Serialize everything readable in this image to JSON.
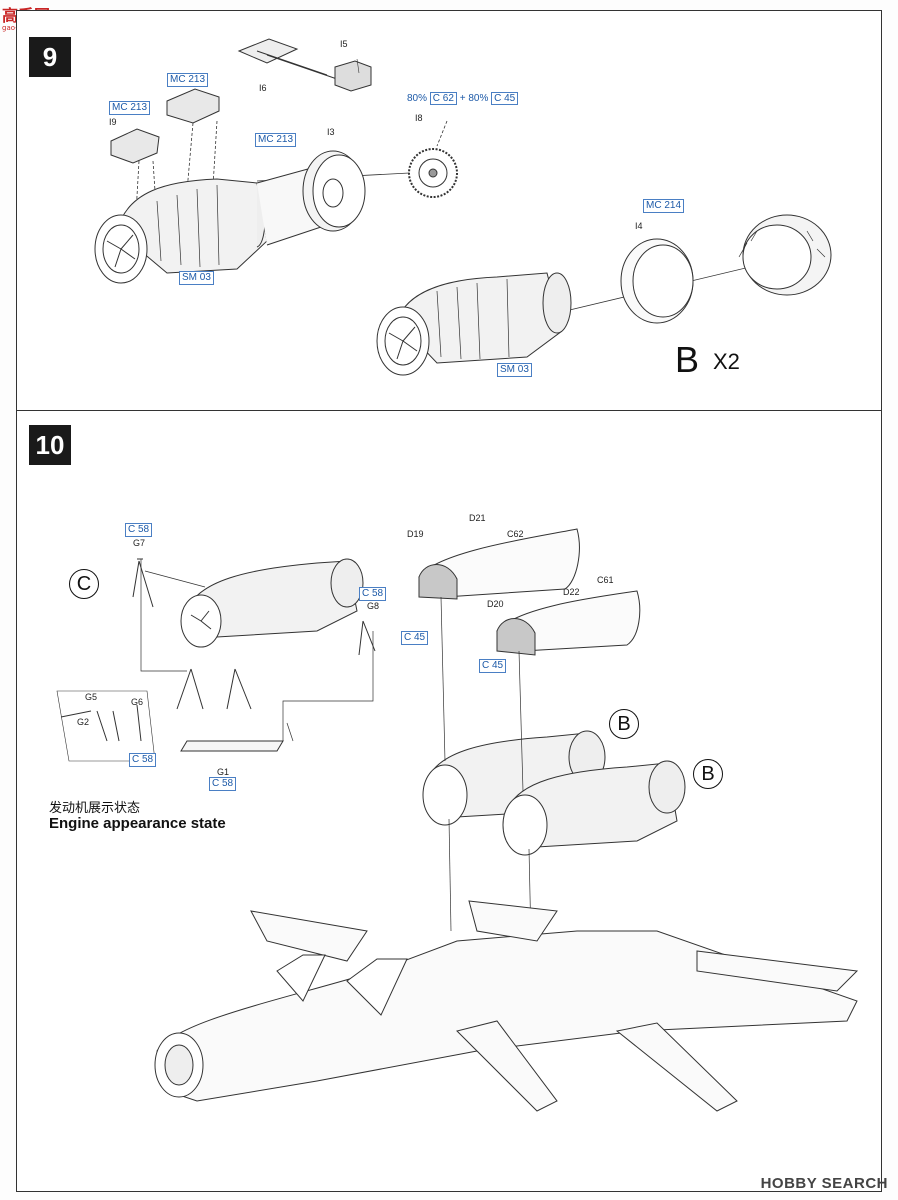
{
  "watermark_top": {
    "title": "高手网",
    "subtitle": "gao-shou.com"
  },
  "watermark_bottom": "HOBBY SEARCH",
  "step9": {
    "number": "9",
    "part_labels": {
      "i5": "I5",
      "i6": "I6",
      "i9": "I9",
      "i3": "I3",
      "i8": "I8",
      "i4": "I4"
    },
    "tags": {
      "mc213_a": "MC 213",
      "mc213_b": "MC 213",
      "mc213_c": "MC 213",
      "sm03_a": "SM 03",
      "sm03_b": "SM 03",
      "mc214": "MC 214"
    },
    "paint_mix": {
      "pct1": "80%",
      "c62": "C 62",
      "plus": "+",
      "pct2": "80%",
      "c45": "C 45"
    },
    "subassembly": "B",
    "multiplier": "X2"
  },
  "step10": {
    "number": "10",
    "stand_callout": "C",
    "part_labels": {
      "g7": "G7",
      "g8": "G8",
      "g5": "G5",
      "g6": "G6",
      "g2": "G2",
      "g1": "G1",
      "d19": "D19",
      "d21": "D21",
      "c62": "C62",
      "d20": "D20",
      "d22": "D22",
      "c61": "C61"
    },
    "tags": {
      "c58_a": "C 58",
      "c58_b": "C 58",
      "c58_c": "C 58",
      "c58_d": "C 58",
      "c45_a": "C 45",
      "c45_b": "C 45"
    },
    "engine_b1": "B",
    "engine_b2": "B",
    "caption_cn": "发动机展示状态",
    "caption_en": "Engine appearance state"
  }
}
